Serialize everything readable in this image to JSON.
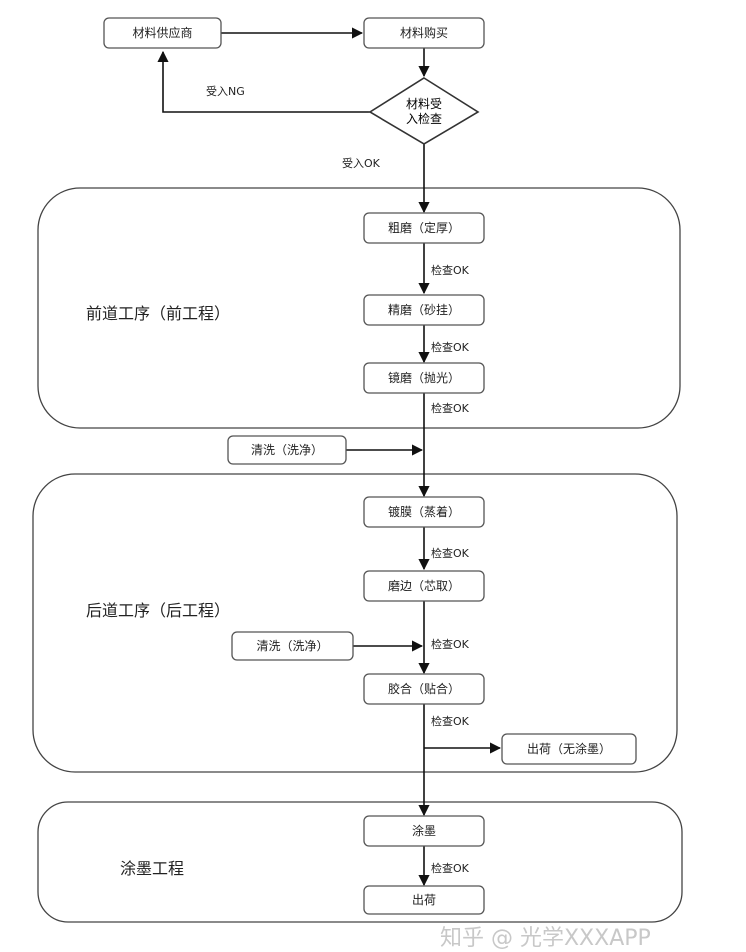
{
  "nodes": {
    "supplier": "材料供应商",
    "purchase": "材料购买",
    "inspection": [
      "材料受",
      "入检查"
    ],
    "rough": "粗磨（定厚）",
    "fine": "精磨（砂挂）",
    "polish": "镜磨（抛光）",
    "wash1": "清洗（洗净）",
    "coat": "镀膜（蒸着）",
    "edge": "磨边（芯取）",
    "wash2": "清洗（洗净）",
    "bond": "胶合（贴合）",
    "ship1": "出荷（无涂墨）",
    "ink": "涂墨",
    "ship2": "出荷"
  },
  "edge_labels": {
    "ng": "受入NG",
    "ok_receive": "受入OK",
    "check1": "检查OK",
    "check2": "检查OK",
    "check3": "检查OK",
    "check4": "检查OK",
    "check5": "检查OK",
    "check6": "检查OK",
    "check7": "检查OK"
  },
  "groups": {
    "front": "前道工序（前工程）",
    "back": "后道工序（后工程）",
    "ink": "涂墨工程"
  },
  "colors": {
    "line": "#111111",
    "border": "#444444"
  },
  "watermark": "知乎 @ 光学XXXAPP"
}
